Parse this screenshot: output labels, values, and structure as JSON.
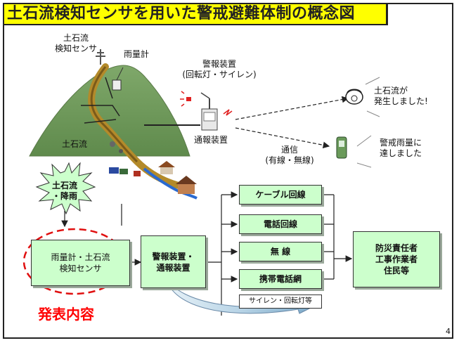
{
  "slide": {
    "title": "土石流検知センサを用いた警戒避難体制の概念図",
    "page_number": "4"
  },
  "illustration": {
    "sensor_label_1": "土石流",
    "sensor_label_2": "検知センサ",
    "rain_gauge_label": "雨量計",
    "alarm_label_1": "警報装置",
    "alarm_label_2": "(回転灯・サイレン)",
    "debris_flow_label": "土石流",
    "transmitter_label": "通報装置",
    "comm_label_1": "通信",
    "comm_label_2": "(有線・無線)",
    "message_1_line1": "土石流が",
    "message_1_line2": "発生しました!",
    "message_2_line1": "警戒雨量に",
    "message_2_line2": "達しました"
  },
  "flow": {
    "trigger_line1": "土石流",
    "trigger_line2": "・降雨",
    "sensor_box_line1": "雨量計・土石流",
    "sensor_box_line2": "検知センサ",
    "announcement_label": "発表内容",
    "alarm_box_line1": "警報装置・",
    "alarm_box_line2": "通報装置",
    "channels": [
      "ケーブル回線",
      "電話回線",
      "無 線",
      "携帯電話網"
    ],
    "recipients_line1": "防災責任者",
    "recipients_line2": "工事作業者",
    "recipients_line3": "住民等",
    "siren_label": "サイレン・回転灯等"
  },
  "colors": {
    "title_bg": "#ffff00",
    "box_fill": "#ccffcc",
    "highlight_red": "#e01010",
    "announcement_text": "#ff0000"
  }
}
